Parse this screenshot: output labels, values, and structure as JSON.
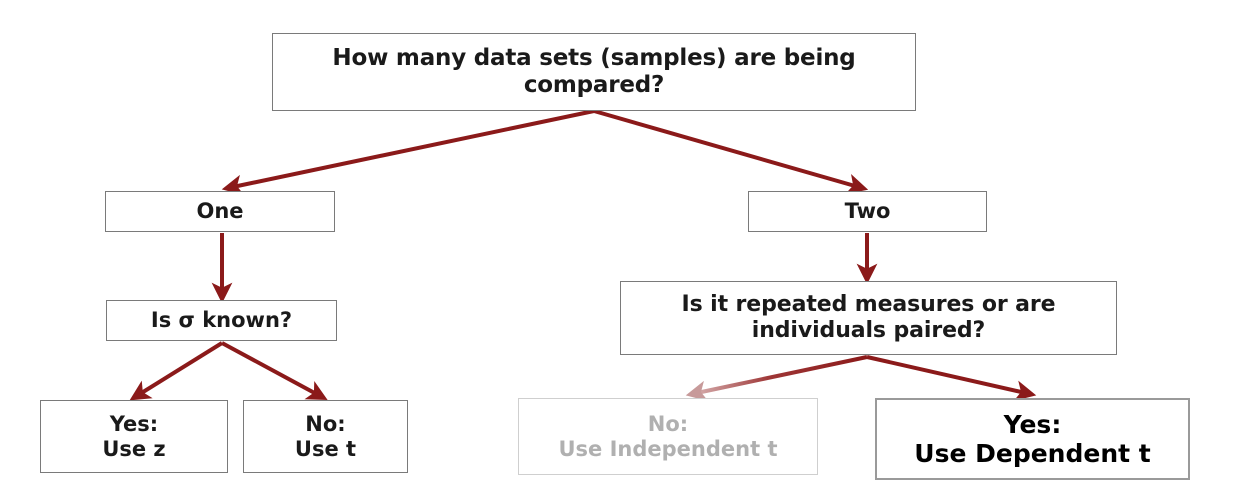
{
  "diagram": {
    "title": "Choosing a hypothesis test decision tree",
    "accent_arrow_color": "#8b1a1a",
    "faded_arrow_color": "#c79a9a",
    "box_border_color": "#7a7a7a",
    "faded_text_color": "#b0b0b0",
    "nodes": {
      "root": {
        "label": "How many data sets (samples) are being compared?"
      },
      "one": {
        "label": "One"
      },
      "two": {
        "label": "Two"
      },
      "sigma": {
        "label": "Is σ known?"
      },
      "repeated": {
        "label": "Is it repeated measures or are individuals paired?"
      },
      "yes_z": {
        "label": "Yes:\nUse z"
      },
      "no_t": {
        "label": "No:\nUse t"
      },
      "no_independent_t": {
        "label": "No:\nUse Independent t"
      },
      "yes_dependent_t": {
        "label": "Yes:\nUse Dependent t"
      }
    },
    "edges": [
      {
        "name": "root-to-one",
        "from": "root",
        "to": "one",
        "style": "solid"
      },
      {
        "name": "root-to-two",
        "from": "root",
        "to": "two",
        "style": "solid"
      },
      {
        "name": "one-to-sigma",
        "from": "one",
        "to": "sigma",
        "style": "solid"
      },
      {
        "name": "two-to-repeated",
        "from": "two",
        "to": "repeated",
        "style": "solid"
      },
      {
        "name": "sigma-to-yes-z",
        "from": "sigma",
        "to": "yes_z",
        "style": "solid"
      },
      {
        "name": "sigma-to-no-t",
        "from": "sigma",
        "to": "no_t",
        "style": "solid"
      },
      {
        "name": "repeated-to-no-independent-t",
        "from": "repeated",
        "to": "no_independent_t",
        "style": "faded"
      },
      {
        "name": "repeated-to-yes-dependent-t",
        "from": "repeated",
        "to": "yes_dependent_t",
        "style": "solid"
      }
    ]
  }
}
